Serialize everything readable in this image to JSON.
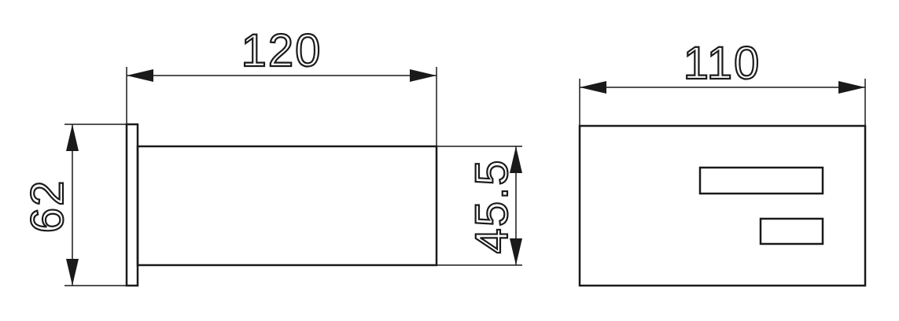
{
  "drawing": {
    "dimensions": {
      "side_length": "120",
      "side_height": "62",
      "body_height": "45.5",
      "front_width": "110"
    }
  }
}
